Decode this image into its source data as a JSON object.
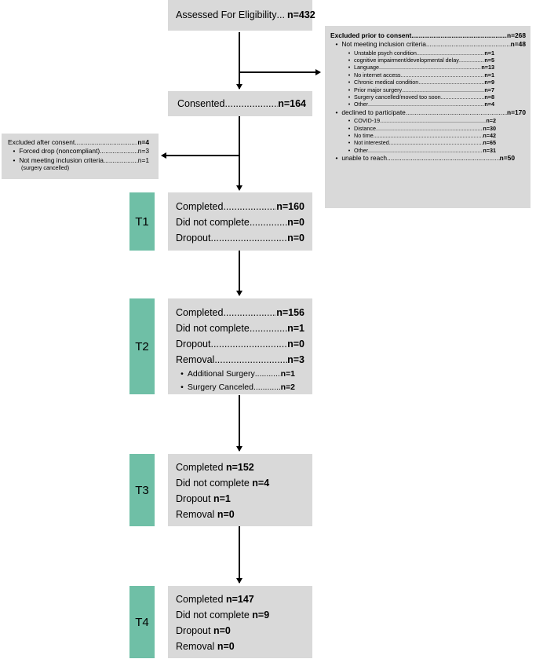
{
  "assessed": {
    "label": "Assessed For Eligibility",
    "value": "n=432"
  },
  "consented": {
    "label": "Consented",
    "value": "n=164"
  },
  "excluded_prior": {
    "label": "Excluded prior to consent",
    "value": "n=268",
    "not_meeting": {
      "label": "Not meeting inclusion criteria",
      "value": "n=48",
      "items": [
        {
          "label": "Unstable psych condition",
          "value": "n=1"
        },
        {
          "label": "cognitive impairment/developmental delay",
          "value": "n=5"
        },
        {
          "label": "Language",
          "value": "n=13"
        },
        {
          "label": "No internet access",
          "value": "n=1"
        },
        {
          "label": "Chronic medical condition",
          "value": "n=9"
        },
        {
          "label": "Prior major surgery",
          "value": "n=7"
        },
        {
          "label": "Surgery cancelled/moved too soon",
          "value": "n=8"
        },
        {
          "label": "Other",
          "value": "n=4"
        }
      ]
    },
    "declined": {
      "label": "declined to participate",
      "value": "n=170",
      "items": [
        {
          "label": "COVID-19",
          "value": "n=2"
        },
        {
          "label": "Distance",
          "value": "n=30"
        },
        {
          "label": "No time",
          "value": "n=42"
        },
        {
          "label": "Not interested",
          "value": "n=65"
        },
        {
          "label": "Other",
          "value": "n=31"
        }
      ]
    },
    "unable": {
      "label": "unable to reach",
      "value": "n=50"
    }
  },
  "excluded_after": {
    "label": "Excluded after consent",
    "value": "n=4",
    "items": [
      {
        "label": "Forced drop (noncompliant)",
        "value": "n=3"
      },
      {
        "label": "Not meeting inclusion criteria",
        "value": "n=1",
        "note": "(surgery cancelled)"
      }
    ]
  },
  "stages": [
    {
      "tag": "T1",
      "rows": [
        {
          "label": "Completed",
          "value": "n=160"
        },
        {
          "label": "Did not complete",
          "value": "n=0"
        },
        {
          "label": "Dropout",
          "value": "n=0"
        }
      ]
    },
    {
      "tag": "T2",
      "rows": [
        {
          "label": "Completed",
          "value": "n=156"
        },
        {
          "label": "Did not complete",
          "value": "n=1"
        },
        {
          "label": "Dropout",
          "value": "n=0"
        },
        {
          "label": "Removal",
          "value": "n=3"
        }
      ],
      "sub": [
        {
          "label": "Additional Surgery",
          "value": "n=1"
        },
        {
          "label": "Surgery Canceled",
          "value": "n=2"
        }
      ]
    },
    {
      "tag": "T3",
      "rows": [
        {
          "label": "Completed",
          "value": "n=152"
        },
        {
          "label": "Did not complete",
          "value": "n=4"
        },
        {
          "label": "Dropout",
          "value": "n=1"
        },
        {
          "label": "Removal",
          "value": "n=0"
        }
      ]
    },
    {
      "tag": "T4",
      "rows": [
        {
          "label": "Completed",
          "value": "n=147"
        },
        {
          "label": "Did not complete",
          "value": "n=9"
        },
        {
          "label": "Dropout",
          "value": "n=0"
        },
        {
          "label": "Removal",
          "value": "n=0"
        }
      ]
    }
  ]
}
